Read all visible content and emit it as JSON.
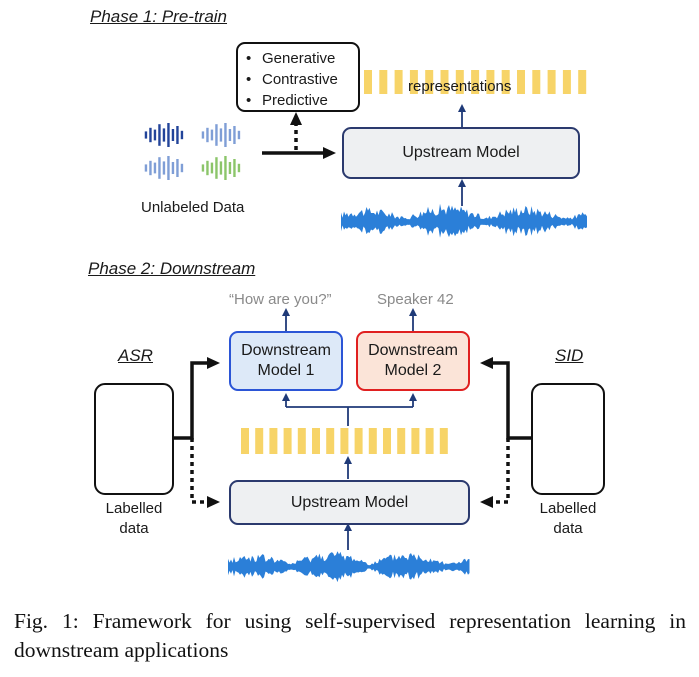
{
  "phase1": {
    "title": "Phase 1: Pre-train",
    "objectives": [
      "Generative",
      "Contrastive",
      "Predictive"
    ],
    "representations_label": "representations",
    "upstream_label": "Upstream Model",
    "unlabeled_label": "Unlabeled Data"
  },
  "phase2": {
    "title": "Phase 2: Downstream",
    "asr_output": "“How are you?”",
    "sid_output": "Speaker 42",
    "ds1_line1": "Downstream",
    "ds1_line2": "Model 1",
    "ds2_line1": "Downstream",
    "ds2_line2": "Model 2",
    "asr_tag": "ASR",
    "sid_tag": "SID",
    "labelled_left_1": "Labelled",
    "labelled_left_2": "data",
    "labelled_right_1": "Labelled",
    "labelled_right_2": "data",
    "upstream_label": "Upstream Model"
  },
  "caption": "Fig. 1: Framework for using self-supervised representation learning in downstream applications",
  "colors": {
    "rep_bar": "#f7d468",
    "arrow_blue": "#1f3a78",
    "wave_blue": "#2b7fd8",
    "ds1_border": "#2b55d6",
    "ds2_border": "#e02020",
    "icon_dark_blue": "#22449a",
    "icon_light_blue": "#7f9ed6",
    "icon_green": "#8cc56a",
    "icon_orange": "#d0702e"
  }
}
